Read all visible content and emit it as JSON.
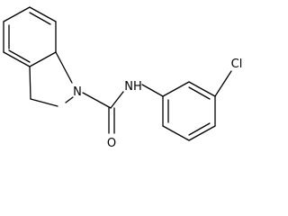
{
  "molecule": {
    "atom_labels": {
      "ring_nitrogen": "N",
      "amide_nh": "NH",
      "carbonyl_oxygen": "O",
      "chlorine": "Cl"
    },
    "colors": {
      "bond": "#000000",
      "label": "#000000",
      "background": "#ffffff"
    }
  }
}
